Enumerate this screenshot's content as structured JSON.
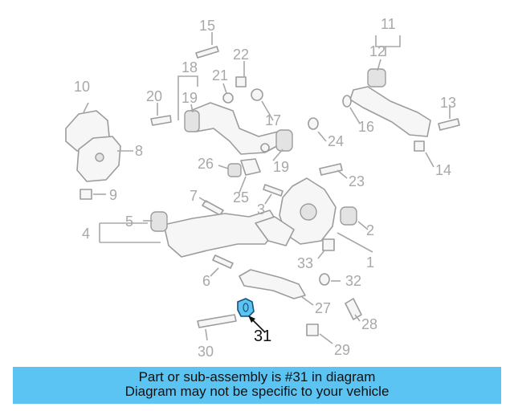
{
  "callouts": {
    "c1": "1",
    "c2": "2",
    "c3": "3",
    "c4": "4",
    "c5": "5",
    "c6": "6",
    "c7": "7",
    "c8": "8",
    "c9": "9",
    "c10": "10",
    "c11": "11",
    "c12": "12",
    "c13": "13",
    "c14": "14",
    "c15": "15",
    "c16": "16",
    "c17": "17",
    "c18": "18",
    "c19a": "19",
    "c19b": "19",
    "c20": "20",
    "c21": "21",
    "c22": "22",
    "c23": "23",
    "c24": "24",
    "c25": "25",
    "c26": "26",
    "c27": "27",
    "c28": "28",
    "c29": "29",
    "c30": "30",
    "c31": "31",
    "c32": "32",
    "c33": "33"
  },
  "highlight": {
    "part_number": "31",
    "fill_color": "#5bc4f2",
    "outline_color": "#1a4f7a"
  },
  "banner": {
    "line1": "Part or sub-assembly is #31 in diagram",
    "line2": "Diagram may not be specific to your vehicle",
    "background_color": "#5bc4f2"
  }
}
